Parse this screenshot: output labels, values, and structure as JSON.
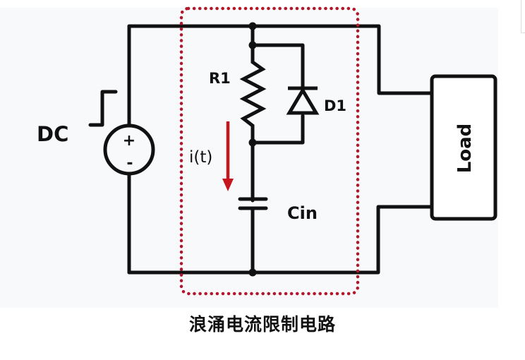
{
  "diagram": {
    "title": "浪涌电流限制电路",
    "labels": {
      "source": "DC",
      "source_plus": "+",
      "source_minus": "-",
      "resistor": "R1",
      "diode": "D1",
      "capacitor": "Cin",
      "current": "i(t)",
      "load": "Load"
    },
    "colors": {
      "wire": "#111111",
      "highlight_box": "#b3172b",
      "current_arrow": "#c4161c",
      "background": "#f7f9fb"
    },
    "components": [
      {
        "id": "DC",
        "type": "dc-voltage-source-step"
      },
      {
        "id": "R1",
        "type": "resistor"
      },
      {
        "id": "D1",
        "type": "diode"
      },
      {
        "id": "Cin",
        "type": "capacitor"
      },
      {
        "id": "Load",
        "type": "load"
      }
    ],
    "highlighted_region": "inrush-current-limiter"
  }
}
